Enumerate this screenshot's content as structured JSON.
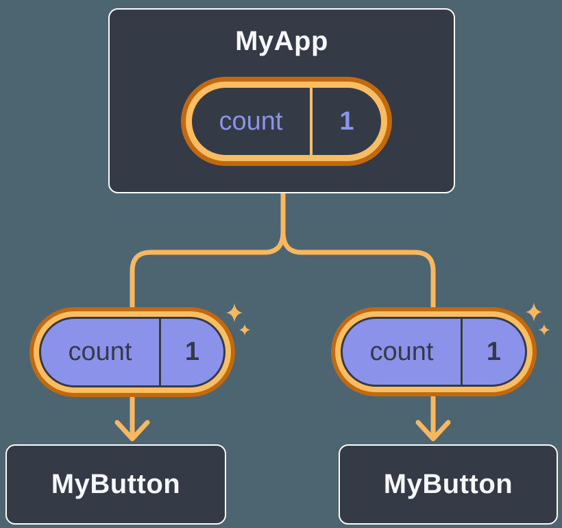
{
  "colors": {
    "background": "#4d6570",
    "node_fill": "#343a46",
    "node_border": "#ffffff",
    "node_text": "#f6f7f9",
    "ring_outer": "#c1690f",
    "ring_inner": "#fabd62",
    "connector": "#f8b860",
    "purple_fill": "#8b92ea",
    "periwinkle_text": "#8a94e8",
    "dark_text": "#343a46"
  },
  "icons": {
    "sparkle_icon": "✦",
    "arrow_down_icon": "↓"
  },
  "root_node": {
    "title": "MyApp",
    "state_pill": {
      "label": "count",
      "value": "1"
    }
  },
  "child_nodes": [
    {
      "title": "MyButton",
      "prop_pill": {
        "label": "count",
        "value": "1"
      }
    },
    {
      "title": "MyButton",
      "prop_pill": {
        "label": "count",
        "value": "1"
      }
    }
  ]
}
